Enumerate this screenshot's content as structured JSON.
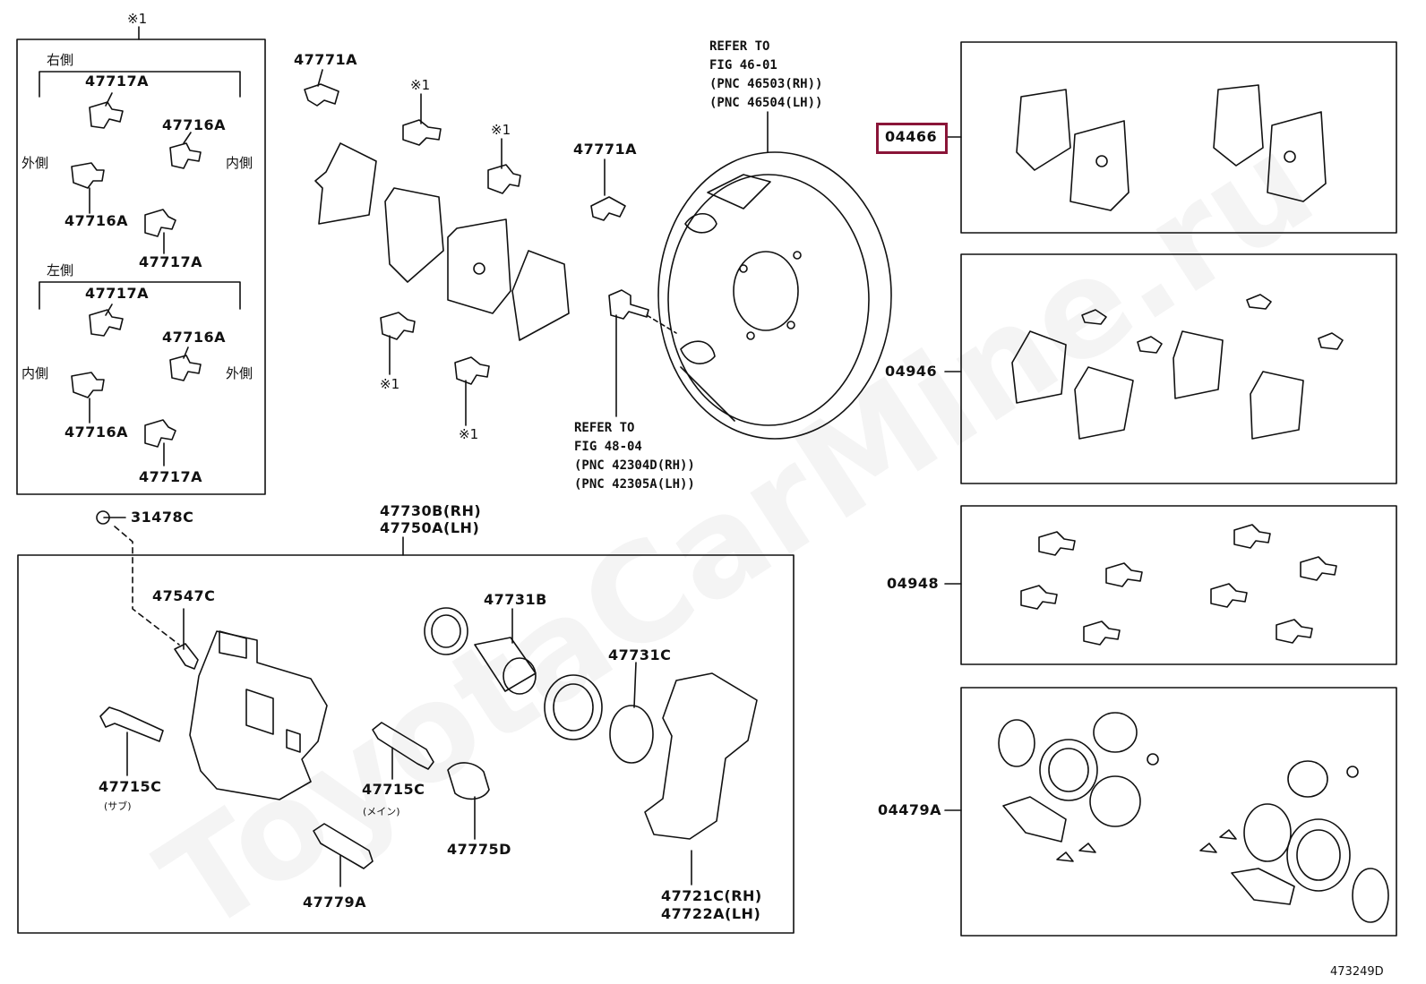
{
  "watermark": "ToyotaCarMine.ru",
  "refs": {
    "ref_symbol": "※1",
    "right_side": "右側",
    "left_side": "左側",
    "outer": "外側",
    "inner": "内側",
    "sub": "(サブ)",
    "main": "(メイン)"
  },
  "shim_box": {
    "right": {
      "top": "47717A",
      "mid_right": "47716A",
      "mid_left": "47716A",
      "bottom": "47717A"
    },
    "left": {
      "top": "47717A",
      "mid_right": "47716A",
      "mid_left": "47716A",
      "bottom": "47717A"
    }
  },
  "parts": {
    "clip_left": "47771A",
    "clip_mid": "47771A",
    "bleeder": "31478C",
    "caliper_assy_rh": "47730B(RH)",
    "caliper_assy_lh": "47750A(LH)",
    "bleeder_plug": "47547C",
    "piston": "47731B",
    "seal": "47731C",
    "pin_sub": "47715C",
    "pin_main": "47715C",
    "boot": "47775D",
    "bush": "47779A",
    "mount_rh": "47721C(RH)",
    "mount_lh": "47722A(LH)"
  },
  "refer_plate": {
    "line1": "REFER TO",
    "line2": "FIG 46-01",
    "line3": "(PNC 46503(RH))",
    "line4": "(PNC 46504(LH))"
  },
  "refer_hub": {
    "line1": "REFER TO",
    "line2": "FIG 48-04",
    "line3": "(PNC 42304D(RH))",
    "line4": "(PNC 42305A(LH))"
  },
  "kits": {
    "pads": "04466",
    "fittings": "04946",
    "shims": "04948",
    "caliper_kit": "04479A"
  },
  "illustration_no": "473249D",
  "colors": {
    "line": "#111111",
    "highlight": "#8a1538"
  }
}
